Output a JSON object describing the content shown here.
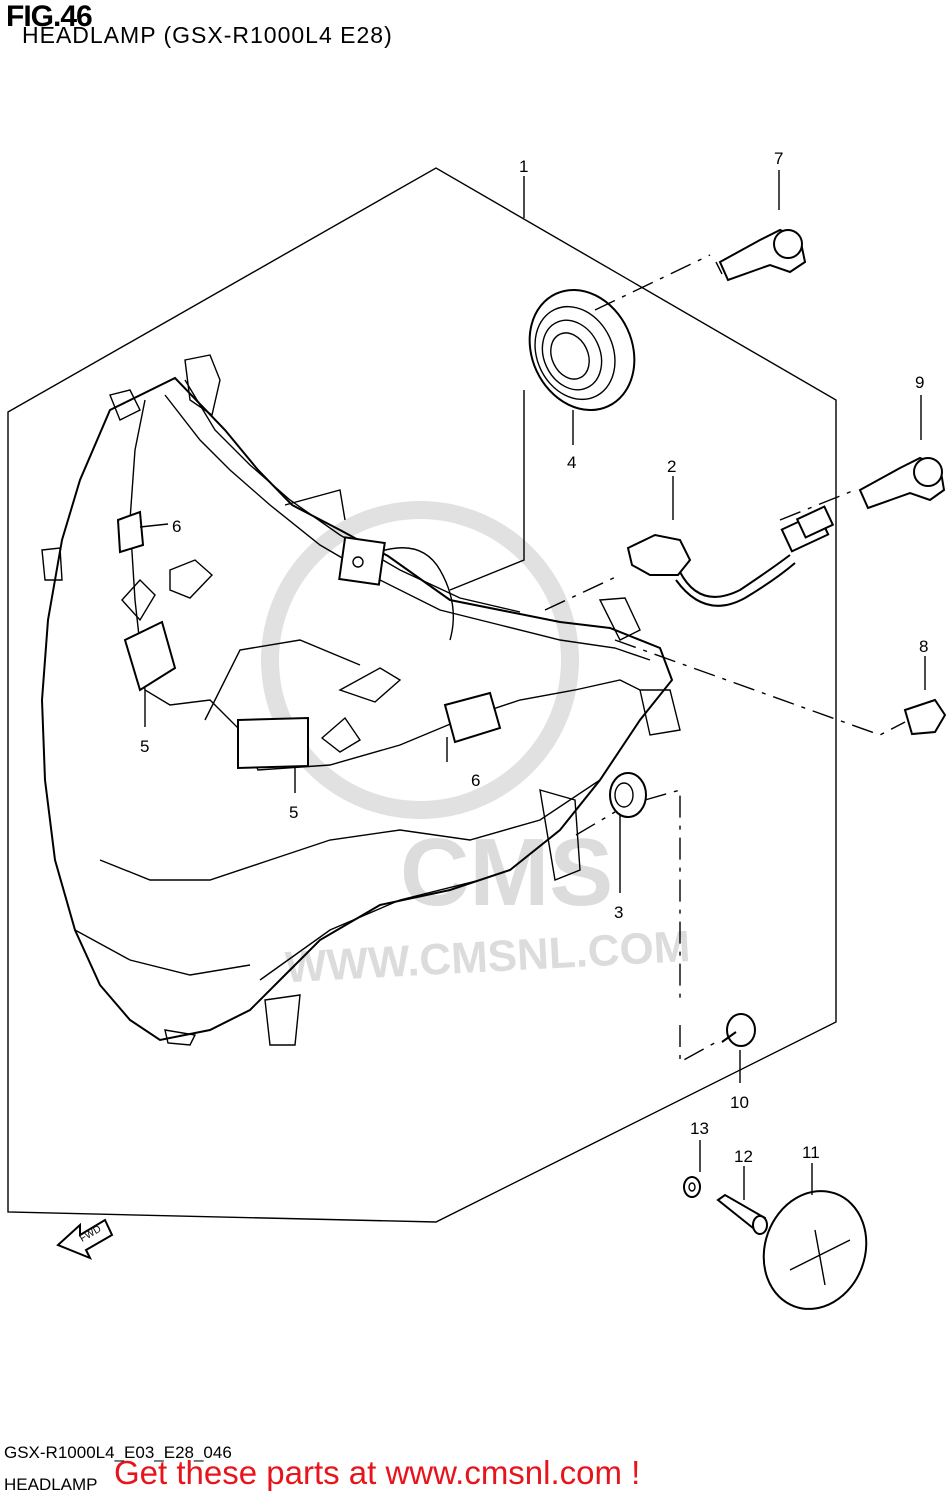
{
  "figure": {
    "title": "FIG.46",
    "subtitle": "HEADLAMP (GSX-R1000L4 E28)",
    "diagram_code": "GSX-R1000L4_E03_E28_046",
    "section_name": "HEADLAMP"
  },
  "watermark": {
    "logo_text": "CMS",
    "url_text": "WWW.CMSNL.COM"
  },
  "direction_arrow": {
    "label": "FWD"
  },
  "callouts": [
    {
      "id": "c1",
      "text": "1"
    },
    {
      "id": "c2",
      "text": "2"
    },
    {
      "id": "c3",
      "text": "3"
    },
    {
      "id": "c4",
      "text": "4"
    },
    {
      "id": "c5a",
      "text": "5"
    },
    {
      "id": "c5b",
      "text": "5"
    },
    {
      "id": "c6a",
      "text": "6"
    },
    {
      "id": "c6b",
      "text": "6"
    },
    {
      "id": "c7",
      "text": "7"
    },
    {
      "id": "c8",
      "text": "8"
    },
    {
      "id": "c9",
      "text": "9"
    },
    {
      "id": "c10",
      "text": "10"
    },
    {
      "id": "c11",
      "text": "11"
    },
    {
      "id": "c12",
      "text": "12"
    },
    {
      "id": "c13",
      "text": "13"
    }
  ],
  "promo": {
    "text": "Get these parts at www.cmsnl.com !"
  },
  "colors": {
    "promo": "#e8141c",
    "watermark": "#d6d6d6",
    "line": "#000000"
  }
}
